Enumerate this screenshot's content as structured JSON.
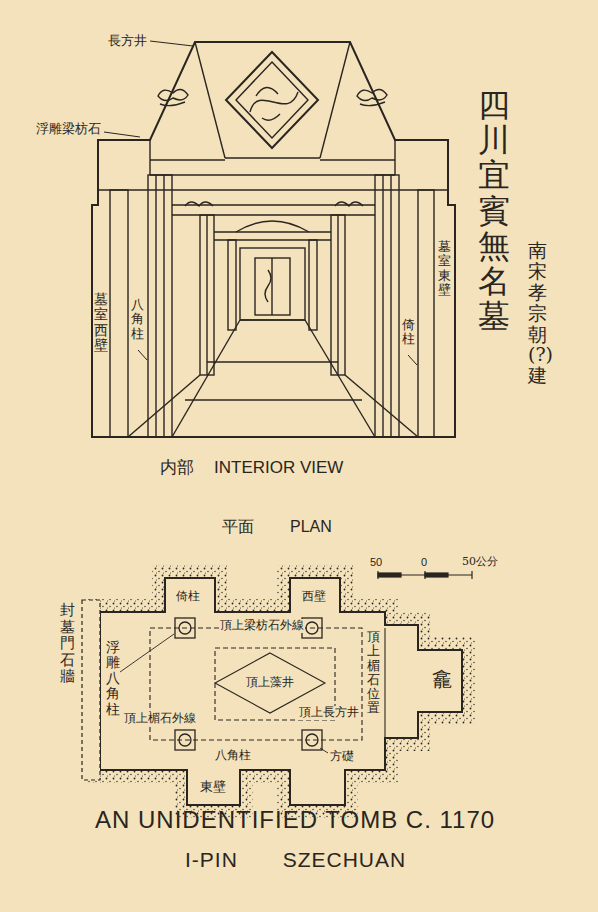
{
  "diagram": {
    "title": "四川宜賓無名墓",
    "caption": "AN UNIDENTIFIED TOMB C. 1170",
    "labels": [
      "長方井",
      "浮雕梁枋石",
      "墓室西壁",
      "八角柱",
      "墓室東壁",
      "倚柱",
      "内部",
      "INTERIOR VIEW",
      "平面",
      "PLAN",
      "50",
      "0",
      "50公分",
      "倚柱",
      "西壁",
      "頂上梁枋石外線",
      "封墓門石牆",
      "浮雕八角柱",
      "頂上藻井",
      "頂上楣石外線",
      "頂上長方井",
      "頂上楣石位置",
      "八角柱",
      "方礎",
      "東壁",
      "龕",
      "I-PIN SZECHUAN",
      "南宋孝宗朝(?)建"
    ]
  }
}
